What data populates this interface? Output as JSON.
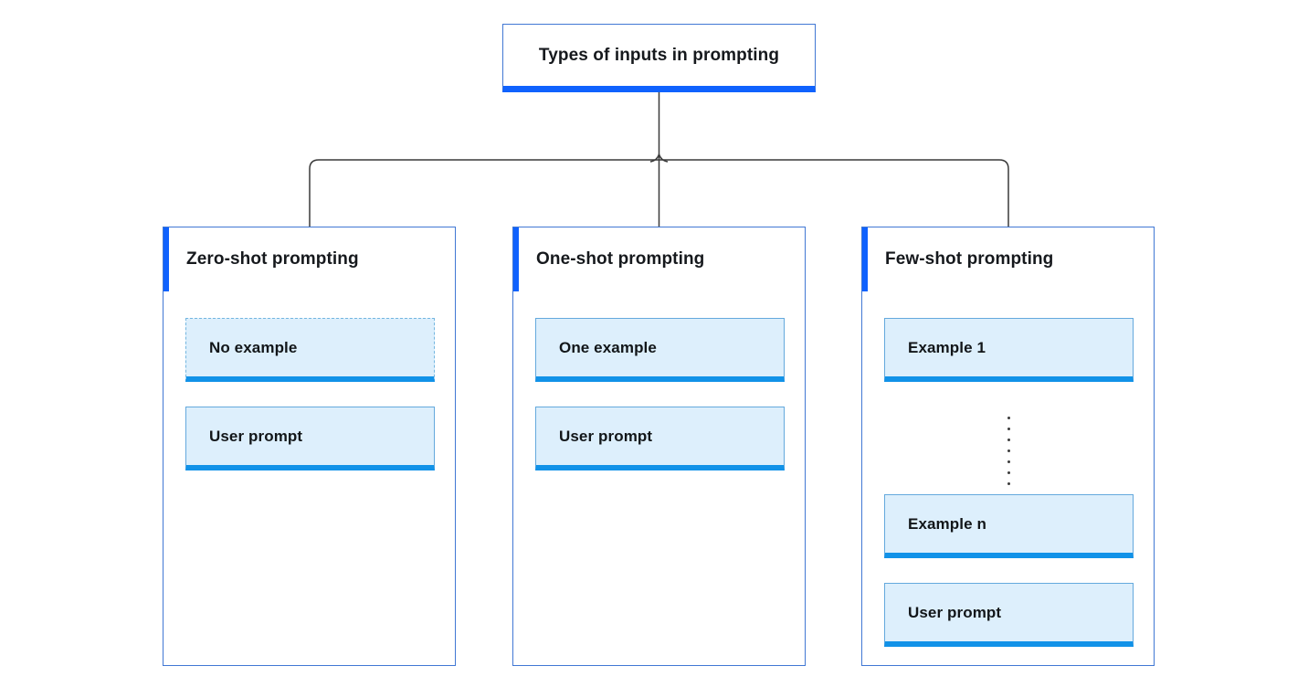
{
  "diagram": {
    "root": {
      "title": "Types of inputs in prompting"
    },
    "columns": [
      {
        "heading": "Zero-shot prompting",
        "items": [
          {
            "label": "No example",
            "style": "dashed"
          },
          {
            "label": "User prompt",
            "style": "solid"
          }
        ]
      },
      {
        "heading": "One-shot prompting",
        "items": [
          {
            "label": "One example",
            "style": "solid"
          },
          {
            "label": "User prompt",
            "style": "solid"
          }
        ]
      },
      {
        "heading": "Few-shot prompting",
        "items": [
          {
            "label": "Example 1",
            "style": "solid"
          },
          {
            "label": "",
            "style": "dots"
          },
          {
            "label": "Example n",
            "style": "solid"
          },
          {
            "label": "User prompt",
            "style": "solid"
          }
        ]
      }
    ]
  },
  "colors": {
    "background": "#ffffff",
    "accent_blue": "#0f62fe",
    "box_border_blue": "#4178d4",
    "item_fill": "#ddeffc",
    "item_border": "#64a9dd",
    "item_bottom_bar": "#1192e8",
    "dashed_border": "#73b6e0",
    "connector_line": "#3a3a3a",
    "text": "#16191d"
  }
}
